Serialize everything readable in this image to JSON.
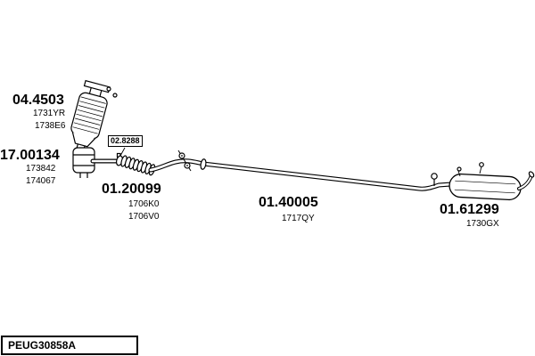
{
  "colors": {
    "line": "#000000",
    "background": "#ffffff"
  },
  "id_box": {
    "label": "PEUG30858A"
  },
  "parts": [
    {
      "part_number": "04.4503",
      "refs": [
        "1731YR",
        "1738E6"
      ],
      "component": "catalytic-converter"
    },
    {
      "part_number": "17.00134",
      "refs": [
        "173842",
        "174067"
      ],
      "component": "front-silencer"
    },
    {
      "part_number": "02.8288",
      "refs": [],
      "component": "clamp"
    },
    {
      "part_number": "01.20099",
      "refs": [
        "1706K0",
        "1706V0"
      ],
      "component": "flexible-pipe"
    },
    {
      "part_number": "01.40005",
      "refs": [
        "1717QY"
      ],
      "component": "centre-pipe"
    },
    {
      "part_number": "01.61299",
      "refs": [
        "1730GX"
      ],
      "component": "rear-silencer"
    }
  ]
}
